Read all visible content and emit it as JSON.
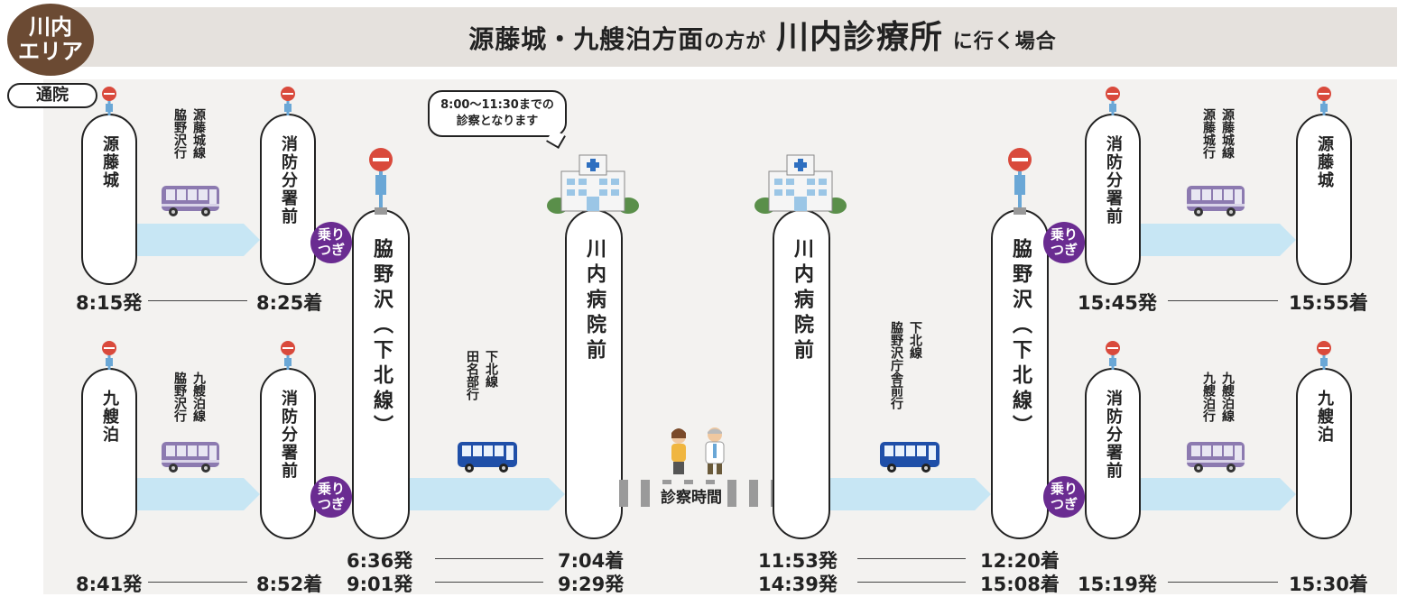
{
  "header": {
    "area_badge": "川内\nエリア",
    "visit_badge": "通院",
    "title_part1": "源藤城・九艘泊方面",
    "title_part2": "の方が",
    "title_part3": "川内診療所",
    "title_part4": "に行く場合"
  },
  "stops": {
    "gentojo": "源藤城",
    "kusodomari": "九艘泊",
    "shobo": "消防分署前",
    "wakinosawa": "脇野沢（下北線）",
    "hospital": "川内病院前"
  },
  "routes": {
    "gentojo_line": "源藤城線\n脇野沢行",
    "kusodomari_line": "九艘泊線\n脇野沢行",
    "shimokita_tanabe": "下北線\n田名部行",
    "shimokita_wakinosawa": "下北線\n脇野沢庁舎前行",
    "gentojo_line_return": "源藤城線\n源藤城行",
    "kusodomari_line_return": "九艘泊線\n九艘泊行"
  },
  "transfer_label": "乗り\nつぎ",
  "bubble_text": "8:00〜11:30までの\n診察となります",
  "consult_label": "診察時間",
  "times": {
    "top_dep_gentojo": "8:15発",
    "top_arr_shobo": "8:25着",
    "bot_dep_kusodomari": "8:41発",
    "bot_arr_shobo": "8:52着",
    "dep_waki_1": "6:36発",
    "arr_hosp_1": "7:04着",
    "dep_waki_2": "9:01発",
    "arr_hosp_2": "9:29発",
    "dep_hosp_1": "11:53発",
    "arr_waki_1": "12:20着",
    "dep_hosp_2": "14:39発",
    "arr_waki_2": "15:08着",
    "top_dep_shobo_ret": "15:45発",
    "top_arr_gentojo_ret": "15:55着",
    "bot_dep_shobo_ret": "15:19発",
    "bot_arr_kusodomari_ret": "15:30着"
  },
  "colors": {
    "badge_brown": "#6b4a33",
    "transfer_purple": "#6a2c91",
    "arrow_blue": "#c7e6f4",
    "bus_purple": "#8c7ab0",
    "bus_blue": "#1f4fa8",
    "stop_red": "#d94a3c"
  },
  "icons": {
    "bus": "bus-icon",
    "bus_stop": "bus-stop-icon",
    "hospital": "hospital-icon",
    "doctor": "doctor-patient-icon"
  }
}
